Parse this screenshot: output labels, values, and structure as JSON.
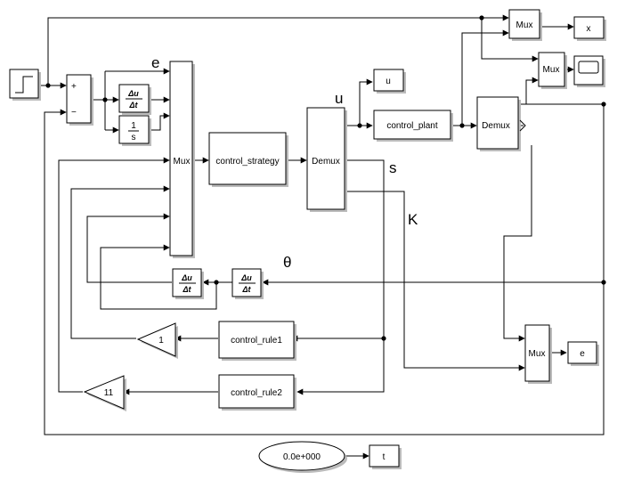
{
  "signals": {
    "e": "e",
    "u": "u",
    "s": "s",
    "K": "K",
    "theta": "θ"
  },
  "blocks": {
    "sum_plus": "+",
    "sum_minus": "−",
    "deriv_num": "Δu",
    "deriv_den": "Δt",
    "integ_num": "1",
    "integ_den": "s",
    "mux_main": "Mux",
    "control_strategy": "control_strategy",
    "demux_strategy": "Demux",
    "u_out": "u",
    "control_plant": "control_plant",
    "demux_plant": "Demux",
    "mux_x": "Mux",
    "x_out": "x",
    "mux_scope": "Mux",
    "control_rule1": "control_rule1",
    "control_rule2": "control_rule2",
    "gain1": "1",
    "gain2": "11",
    "mux_e": "Mux",
    "e_out": "e",
    "clock_value": "0.0e+000",
    "t_out": "t"
  }
}
